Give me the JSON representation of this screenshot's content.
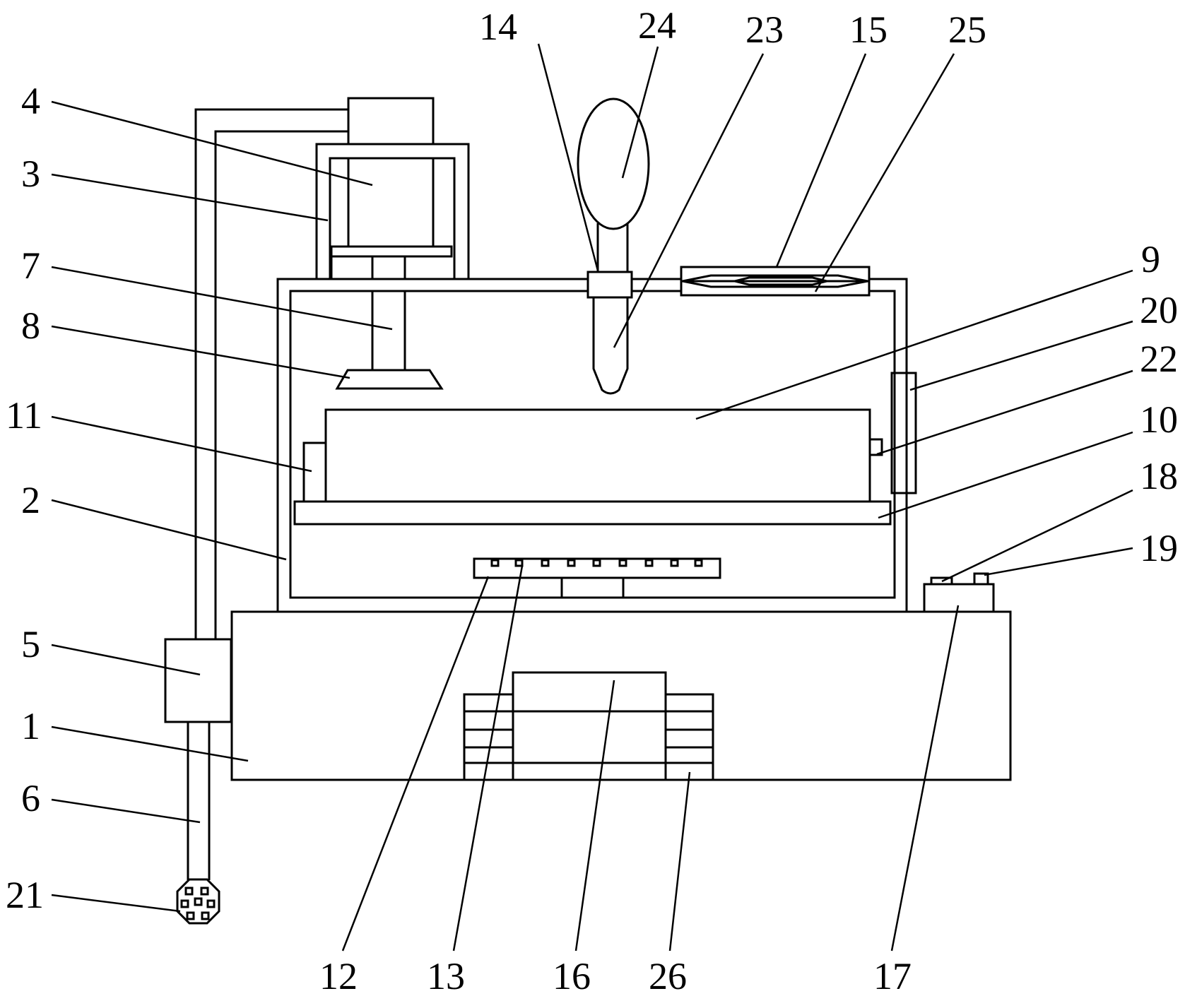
{
  "diagram": {
    "labels": {
      "n1": "1",
      "n2": "2",
      "n3": "3",
      "n4": "4",
      "n5": "5",
      "n6": "6",
      "n7": "7",
      "n8": "8",
      "n9": "9",
      "n10": "10",
      "n11": "11",
      "n12": "12",
      "n13": "13",
      "n14": "14",
      "n15": "15",
      "n16": "16",
      "n17": "17",
      "n18": "18",
      "n19": "19",
      "n20": "20",
      "n21": "21",
      "n22": "22",
      "n23": "23",
      "n24": "24",
      "n25": "25",
      "n26": "26"
    }
  }
}
